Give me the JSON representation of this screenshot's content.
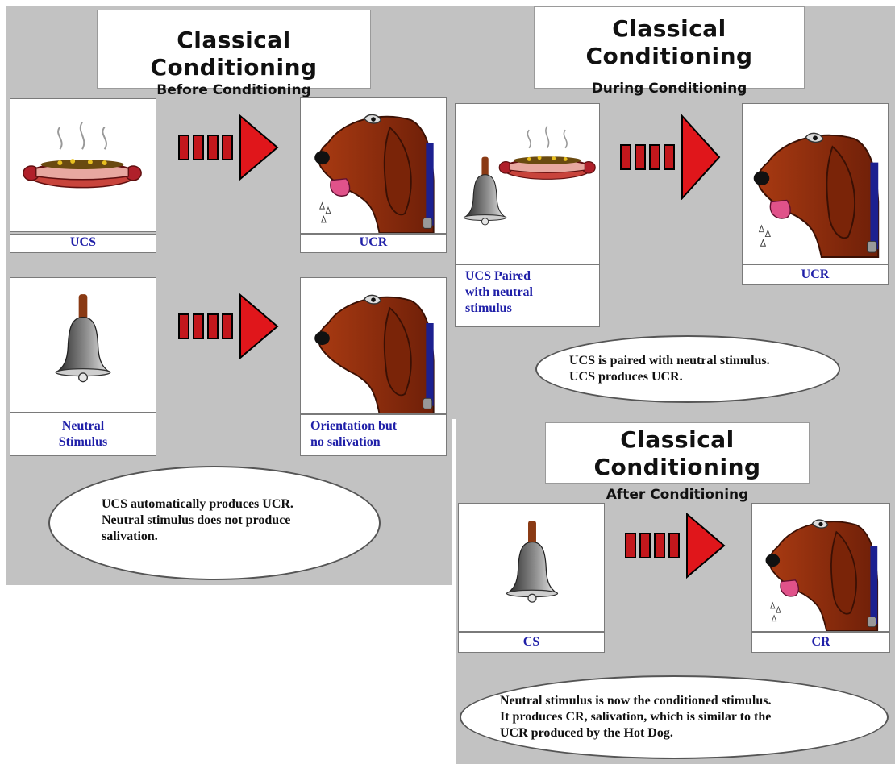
{
  "before": {
    "title": "Classical Conditioning",
    "subtitle": "Before Conditioning",
    "ucs_caption": "UCS",
    "ucr_caption": "UCR",
    "neutral_caption": "Neutral\nStimulus",
    "orientation_caption": "Orientation but\nno salivation",
    "note": "UCS automatically produces UCR.\nNeutral stimulus does not produce\nsalivation."
  },
  "during": {
    "title": "Classical Conditioning",
    "subtitle": "During Conditioning",
    "paired_caption": "UCS Paired\nwith neutral\nstimulus",
    "ucr_caption": "UCR",
    "note": "UCS is paired with neutral stimulus.\nUCS produces UCR."
  },
  "after": {
    "title": "Classical Conditioning",
    "subtitle": "After Conditioning",
    "cs_caption": "CS",
    "cr_caption": "CR",
    "note": "Neutral stimulus is now the conditioned stimulus.\nIt produces CR, salivation, which is similar to the\nUCR produced by the Hot Dog."
  },
  "colors": {
    "panel": "#c2c2c2",
    "caption_text": "#1f1fa8",
    "arrow": "#e0161b",
    "dog": "#8a2c0e",
    "collar": "#1c2090"
  }
}
